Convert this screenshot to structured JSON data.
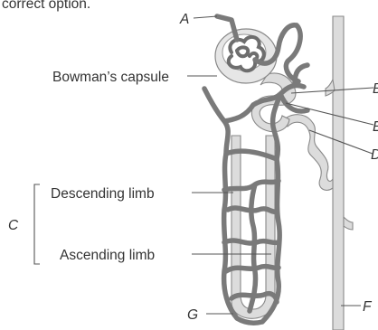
{
  "top_text": "correct option.",
  "labels": {
    "a": "A",
    "bowmans_capsule": "Bowman’s capsule",
    "b1": "B",
    "b2": "E",
    "d": "D",
    "c": "C",
    "descending_limb": "Descending limb",
    "ascending_limb": "Ascending limb",
    "g": "G",
    "f": "F"
  }
}
